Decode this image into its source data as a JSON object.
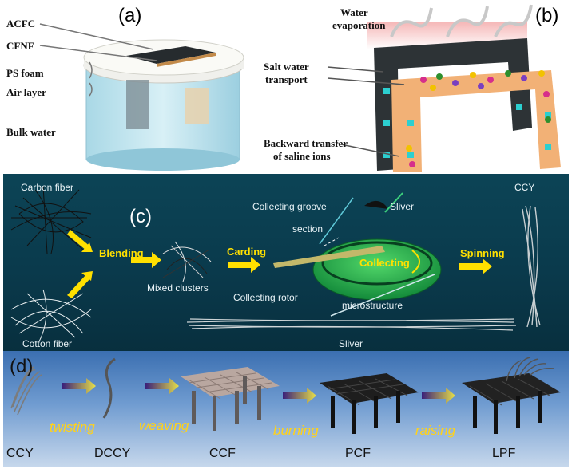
{
  "panel_a": {
    "tag": "(a)",
    "labels": [
      "ACFC",
      "CFNF",
      "PS foam",
      "Air layer",
      "Bulk water"
    ]
  },
  "panel_b": {
    "tag": "(b)",
    "evaporation": [
      "Water",
      "evaporation"
    ],
    "salt_transport": [
      "Salt water",
      "transport"
    ],
    "backward": [
      "Backward transfer",
      "of saline ions"
    ]
  },
  "panel_c": {
    "tag": "(c)",
    "carbon_fiber": "Carbon fiber",
    "cotton_fiber": "Cotton fiber",
    "blending": "Blending",
    "mixed_clusters": "Mixed clusters",
    "carding": "Carding",
    "collecting_groove": "Collecting groove",
    "sliver_top": "Sliver",
    "section": "section",
    "collecting": "Collecting",
    "collecting_rotor": "Collecting rotor",
    "microstructure": "microstructure",
    "sliver_bottom": "Sliver",
    "spinning": "Spinning",
    "ccy": "CCY"
  },
  "panel_d": {
    "tag": "(d)",
    "steps": [
      "twisting",
      "weaving",
      "burning",
      "raising"
    ],
    "products": [
      "CCY",
      "DCCY",
      "CCF",
      "PCF",
      "LPF"
    ]
  }
}
